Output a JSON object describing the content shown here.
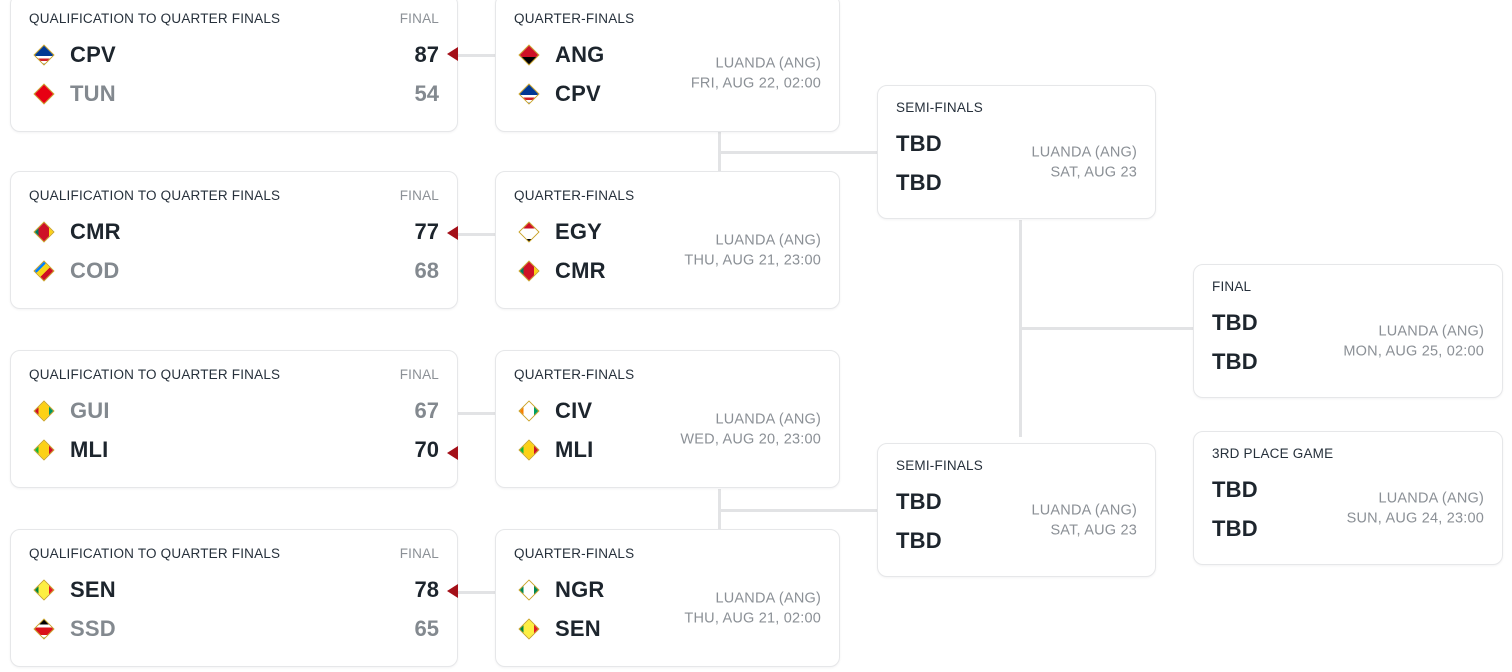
{
  "labels": {
    "qualification": "QUALIFICATION TO QUARTER FINALS",
    "final_col": "FINAL",
    "quarter_finals": "QUARTER-FINALS",
    "semi_finals": "SEMI-FINALS",
    "final_round": "FINAL",
    "third_place": "3RD PLACE GAME",
    "tbd": "TBD"
  },
  "colors": {
    "winner_marker": "#a41019",
    "connector": "#e2e3e5",
    "text_primary": "#1d252d",
    "text_muted": "#8b9096",
    "card_border": "#e6e7e9"
  },
  "qualification": [
    {
      "title": "QUALIFICATION TO QUARTER FINALS",
      "status": "FINAL",
      "teams": [
        {
          "abbr": "CPV",
          "score": "87",
          "winner": true,
          "flag": "cape-verde-flag-icon"
        },
        {
          "abbr": "TUN",
          "score": "54",
          "winner": false,
          "flag": "tunisia-flag-icon"
        }
      ]
    },
    {
      "title": "QUALIFICATION TO QUARTER FINALS",
      "status": "FINAL",
      "teams": [
        {
          "abbr": "CMR",
          "score": "77",
          "winner": true,
          "flag": "cameroon-flag-icon"
        },
        {
          "abbr": "COD",
          "score": "68",
          "winner": false,
          "flag": "dr-congo-flag-icon"
        }
      ]
    },
    {
      "title": "QUALIFICATION TO QUARTER FINALS",
      "status": "FINAL",
      "teams": [
        {
          "abbr": "GUI",
          "score": "67",
          "winner": false,
          "flag": "guinea-flag-icon"
        },
        {
          "abbr": "MLI",
          "score": "70",
          "winner": true,
          "flag": "mali-flag-icon"
        }
      ]
    },
    {
      "title": "QUALIFICATION TO QUARTER FINALS",
      "status": "FINAL",
      "teams": [
        {
          "abbr": "SEN",
          "score": "78",
          "winner": true,
          "flag": "senegal-flag-icon"
        },
        {
          "abbr": "SSD",
          "score": "65",
          "winner": false,
          "flag": "south-sudan-flag-icon"
        }
      ]
    }
  ],
  "quarter_finals": [
    {
      "title": "QUARTER-FINALS",
      "venue": "LUANDA (ANG)",
      "datetime": "FRI, AUG 22, 02:00",
      "teams": [
        {
          "abbr": "ANG",
          "flag": "angola-flag-icon"
        },
        {
          "abbr": "CPV",
          "flag": "cape-verde-flag-icon"
        }
      ]
    },
    {
      "title": "QUARTER-FINALS",
      "venue": "LUANDA (ANG)",
      "datetime": "THU, AUG 21, 23:00",
      "teams": [
        {
          "abbr": "EGY",
          "flag": "egypt-flag-icon"
        },
        {
          "abbr": "CMR",
          "flag": "cameroon-flag-icon"
        }
      ]
    },
    {
      "title": "QUARTER-FINALS",
      "venue": "LUANDA (ANG)",
      "datetime": "WED, AUG 20, 23:00",
      "teams": [
        {
          "abbr": "CIV",
          "flag": "ivory-coast-flag-icon"
        },
        {
          "abbr": "MLI",
          "flag": "mali-flag-icon"
        }
      ]
    },
    {
      "title": "QUARTER-FINALS",
      "venue": "LUANDA (ANG)",
      "datetime": "THU, AUG 21, 02:00",
      "teams": [
        {
          "abbr": "NGR",
          "flag": "nigeria-flag-icon"
        },
        {
          "abbr": "SEN",
          "flag": "senegal-flag-icon"
        }
      ]
    }
  ],
  "semi_finals": [
    {
      "title": "SEMI-FINALS",
      "venue": "LUANDA (ANG)",
      "datetime": "SAT, AUG 23",
      "teams": [
        {
          "abbr": "TBD"
        },
        {
          "abbr": "TBD"
        }
      ]
    },
    {
      "title": "SEMI-FINALS",
      "venue": "LUANDA (ANG)",
      "datetime": "SAT, AUG 23",
      "teams": [
        {
          "abbr": "TBD"
        },
        {
          "abbr": "TBD"
        }
      ]
    }
  ],
  "final": {
    "title": "FINAL",
    "venue": "LUANDA (ANG)",
    "datetime": "MON, AUG 25, 02:00",
    "teams": [
      {
        "abbr": "TBD"
      },
      {
        "abbr": "TBD"
      }
    ]
  },
  "third_place": {
    "title": "3RD PLACE GAME",
    "venue": "LUANDA (ANG)",
    "datetime": "SUN, AUG 24, 23:00",
    "teams": [
      {
        "abbr": "TBD"
      },
      {
        "abbr": "TBD"
      }
    ]
  }
}
